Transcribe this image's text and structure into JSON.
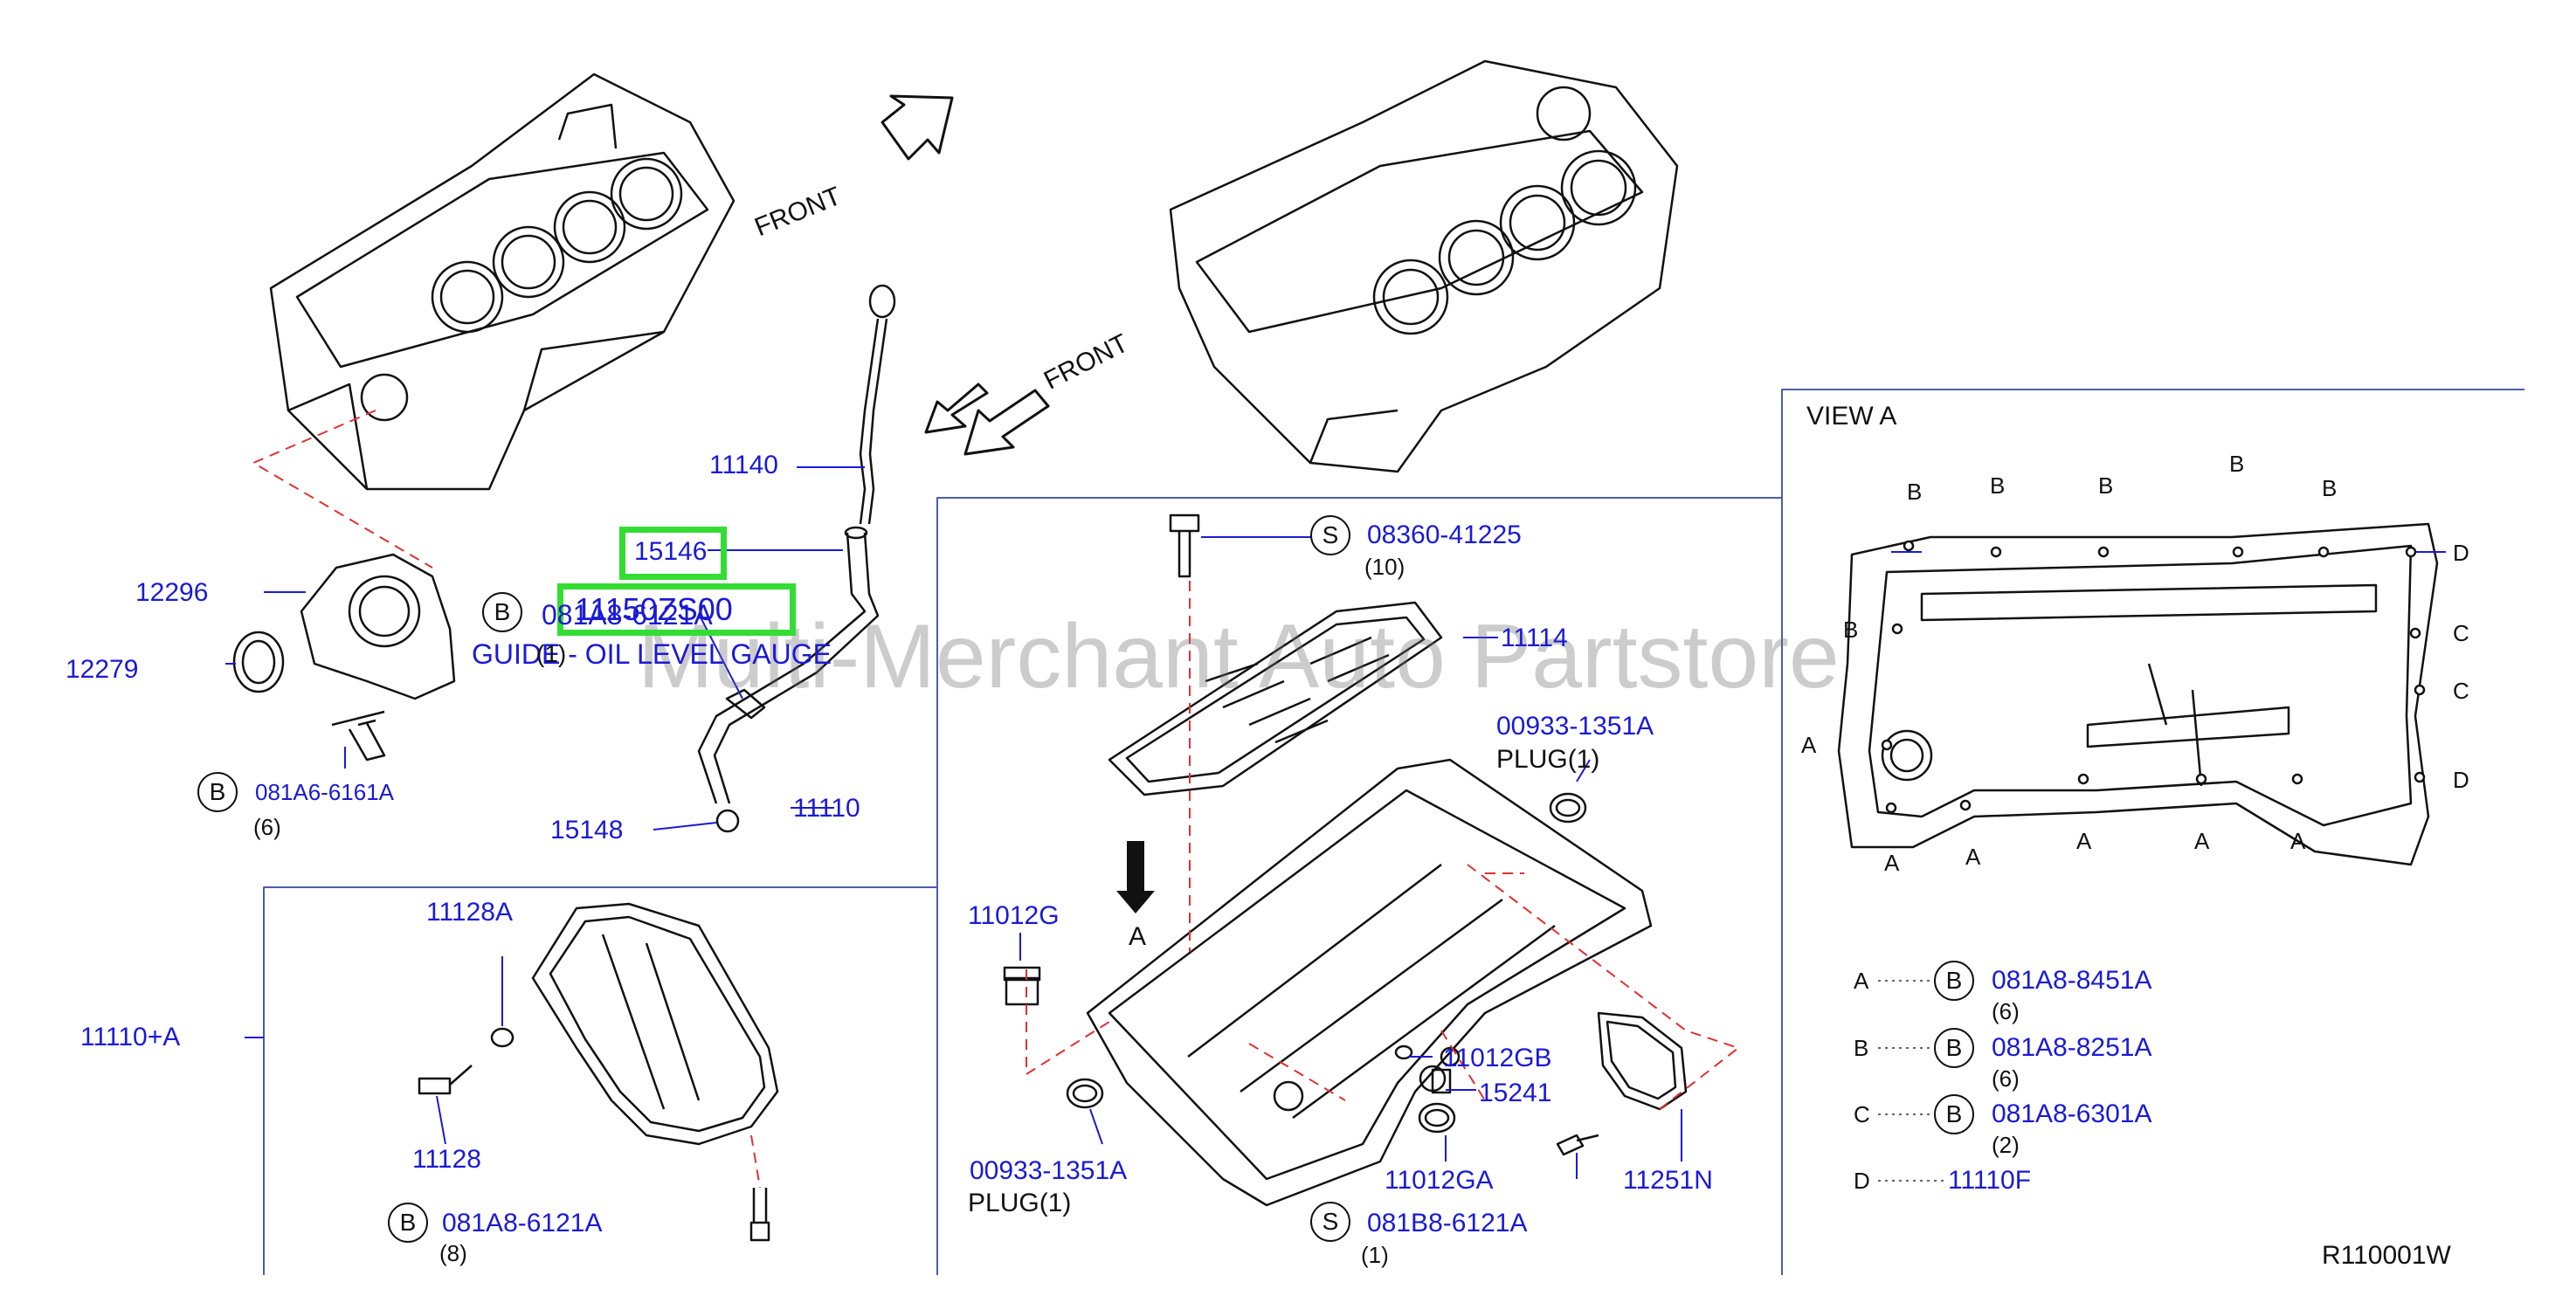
{
  "watermark": "Multi-Merchant Auto Partstore",
  "front_labels": [
    "FRONT",
    "FRONT"
  ],
  "markers": {
    "b": "B",
    "s": "S"
  },
  "parts": {
    "p11140": "11140",
    "p15146": "15146",
    "p11150": "11150ZS00",
    "bolt_081a8_6121a": "081A8-6121A",
    "guide_label": "GUIDE - OIL LEVEL GAUGE",
    "p12296": "12296",
    "p12279": "12279",
    "bolt_081a6_6161a": "081A6-6161A",
    "p15148": "15148",
    "p11110": "11110",
    "p11110_a": "11110+A",
    "p11128a": "11128A",
    "p11128": "11128",
    "bolt_08360_41225": "08360-41225",
    "p11114": "11114",
    "plug_00933_1351a": "00933-1351A",
    "plug_label": "PLUG(1)",
    "p11012g": "11012G",
    "p11012gb": "11012GB",
    "p15241": "15241",
    "p11012ga": "11012GA",
    "p11251n": "11251N",
    "bolt_081b8_6121a": "081B8-6121A"
  },
  "quantities": {
    "q1": "(1)",
    "q6": "(6)",
    "q8": "(8)",
    "q10": "(10)",
    "q1b": "(1)"
  },
  "view_a": {
    "title": "VIEW   A",
    "letter": "A",
    "pos": {
      "a": "A",
      "b": "B",
      "c": "C",
      "d": "D"
    }
  },
  "legend": [
    {
      "key": "A",
      "part": "081A8-8451A",
      "qty": "(6)"
    },
    {
      "key": "B",
      "part": "081A8-8251A",
      "qty": "(6)"
    },
    {
      "key": "C",
      "part": "081A8-6301A",
      "qty": "(2)"
    },
    {
      "key": "D",
      "part": "11110F",
      "qty": ""
    }
  ],
  "reference_code": "R110001W"
}
